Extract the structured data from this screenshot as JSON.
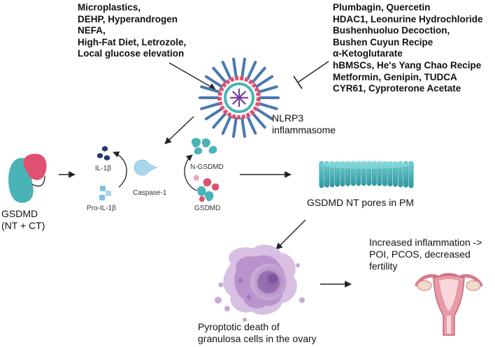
{
  "inducers": [
    "Microplastics,",
    "DEHP, Hyperandrogen",
    "NEFA,",
    "High-Fat Diet, Letrozole,",
    "Local glucose elevation"
  ],
  "inhibitors": [
    "Plumbagin, Quercetin",
    "HDAC1, Leonurine Hydrochloride",
    "Bushenhuoluo Decoction,",
    "Bushen Cuyun Recipe",
    "α-Ketoglutarate",
    "hBMSCs, He's Yang Chao Recipe",
    "Metformin, Genipin, TUDCA",
    "CYR61, Cyproterone Acetate"
  ],
  "inflammasome_label": [
    "NLRP3",
    "inflammasome"
  ],
  "gsdmd_label": [
    "GSDMD",
    "(NT + CT)"
  ],
  "il1b_label": "IL-1β",
  "pro_il1b_label": "Pro-IL-1β",
  "caspase_label": "Caspase-1",
  "n_gsdmd_label": "N-GSDMD",
  "gsdmd_small_label": "GSDMD",
  "pores_label": "GSDMD NT pores in PM",
  "death_label": [
    "Pyroptotic death of",
    "granulosa cells in the ovary"
  ],
  "outcome_label": [
    "Increased inflammation ->",
    "POI, PCOS, decreased",
    "fertility"
  ],
  "colors": {
    "teal": "#49b3b8",
    "pink": "#e0506f",
    "navy": "#243a6e",
    "lightblue": "#7fc4e4",
    "purple": "#b388c2",
    "arrow": "#222222"
  }
}
